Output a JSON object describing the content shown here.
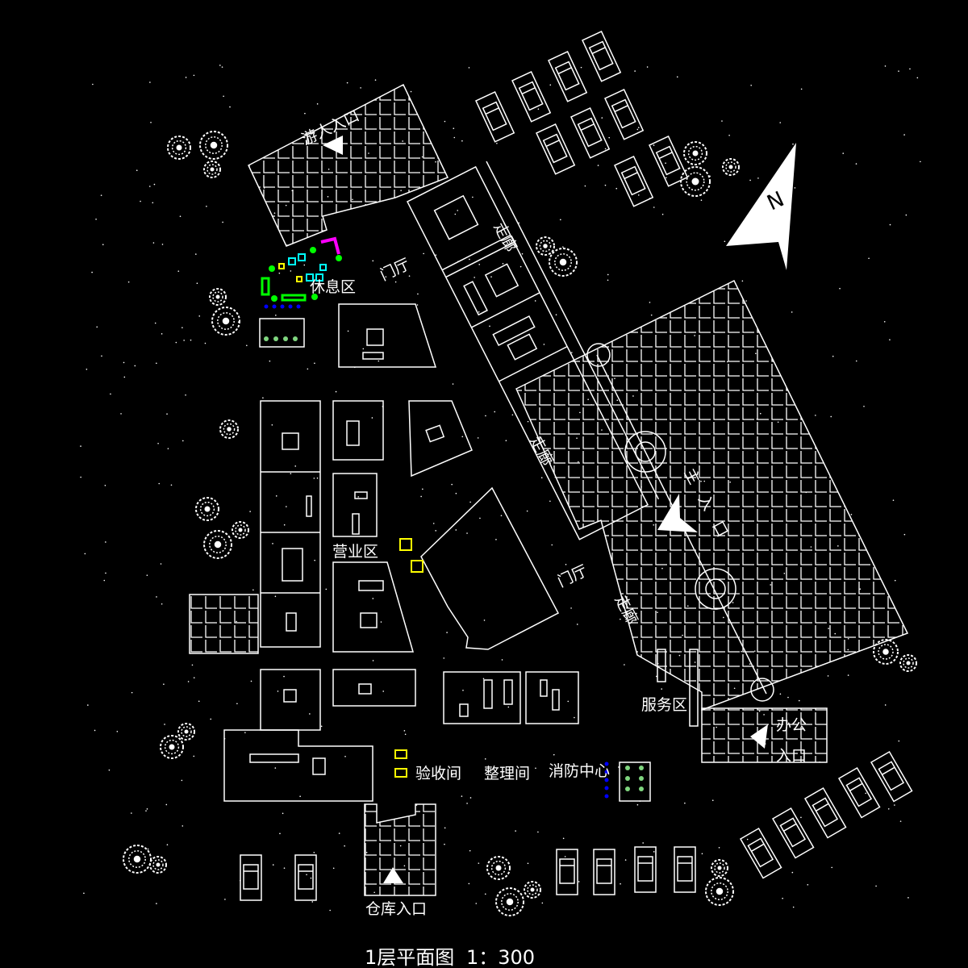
{
  "drawing": {
    "title": "1层平面图",
    "scale": "1：300",
    "labels": {
      "visitor_entrance": "游人入口",
      "lobby_top": "门厅",
      "rest_area": "休息区",
      "corridor_top": "走廊",
      "corridor_mid": "走廊",
      "corridor_bottom": "走廊",
      "business_area": "营业区",
      "lobby_bottom": "门厅",
      "main_entrance": "主入口",
      "service_area": "服务区",
      "office_entrance_1": "办公",
      "office_entrance_2": "入口",
      "inspection_room": "验收间",
      "sorting_room": "整理间",
      "fire_center": "消防中心",
      "warehouse_entrance": "仓库入口"
    },
    "north_arrow_letter": "N"
  },
  "colors": {
    "background": "#000000",
    "lines": "#ffffff",
    "furniture_yellow": "#ffff00",
    "furniture_cyan": "#00ffff",
    "furniture_magenta": "#ff00ff",
    "plants_green": "#00ff00",
    "markers_blue": "#0000ff"
  }
}
